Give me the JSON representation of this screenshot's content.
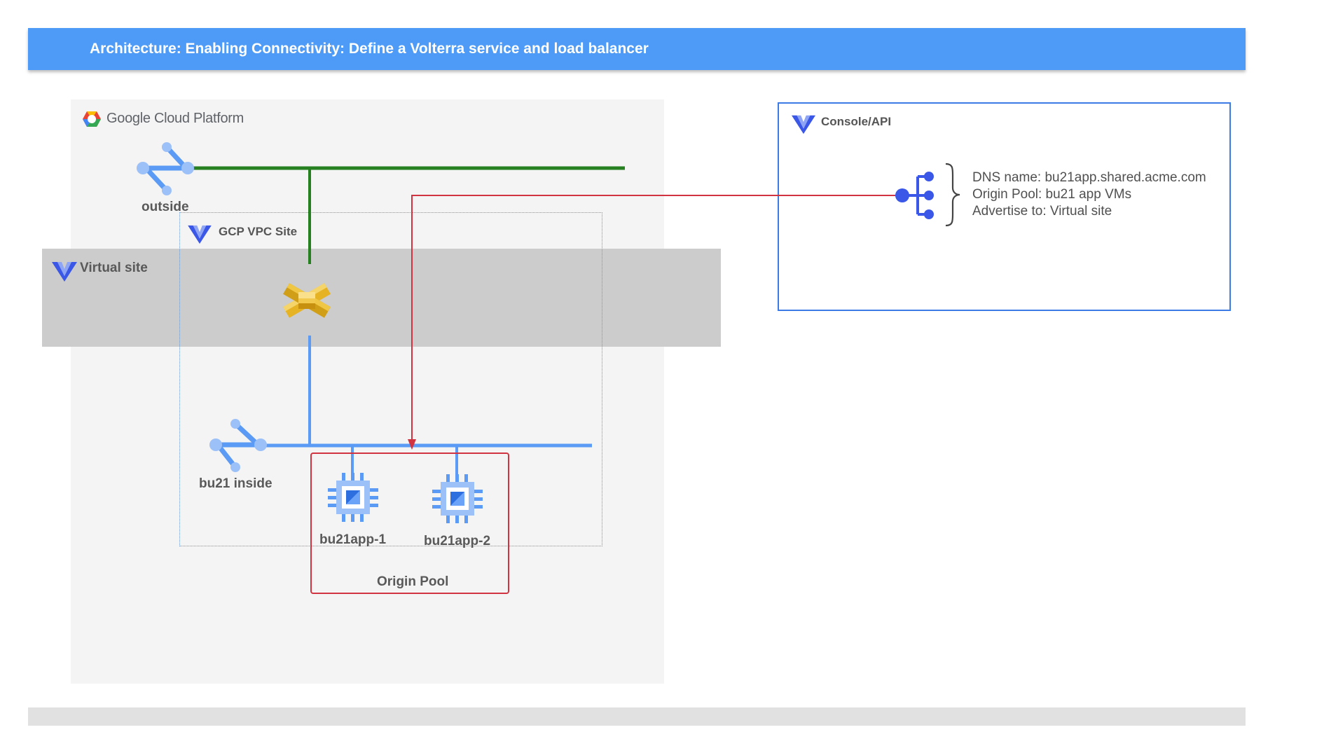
{
  "header": {
    "title": "Architecture: Enabling Connectivity: Define a Volterra service and load balancer",
    "color": "#4d9bf7"
  },
  "gcp": {
    "brand": "Google Cloud Platform",
    "icon": "gcp-logo-icon"
  },
  "networks": {
    "outside_label": "outside",
    "inside_label": "bu21 inside",
    "outside_color": "#26801f",
    "inside_color": "#5b9bf5"
  },
  "virtual_site": {
    "label": "Virtual site",
    "icon": "volterra-logo-icon"
  },
  "vpc_site": {
    "label": "GCP VPC Site",
    "icon": "volterra-logo-icon"
  },
  "node": {
    "icon": "volterra-node-icon",
    "color": "#e6b325"
  },
  "vms": [
    {
      "label": "bu21app-1",
      "icon": "compute-vm-icon"
    },
    {
      "label": "bu21app-2",
      "icon": "compute-vm-icon"
    }
  ],
  "origin_pool": {
    "label": "Origin Pool",
    "color": "#d13440"
  },
  "console": {
    "title": "Console/API",
    "icon": "volterra-logo-icon",
    "load_balancer": {
      "icon": "load-balancer-icon",
      "lines": [
        "DNS name: bu21app.shared.acme.com",
        "Origin Pool: bu21 app VMs",
        "Advertise to: Virtual site"
      ]
    }
  }
}
